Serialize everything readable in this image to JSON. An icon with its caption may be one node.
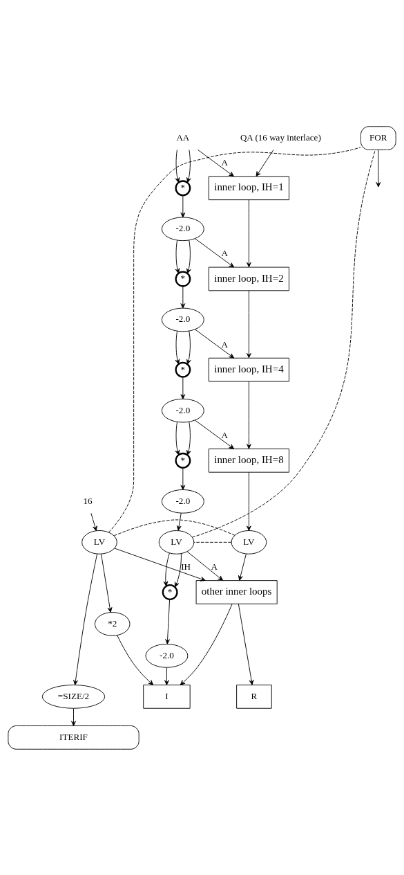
{
  "diagram": {
    "nodes": [
      {
        "text": [
          "QA (16 way interlace)"
        ]
      },
      {
        "text": [
          "AA"
        ]
      },
      {
        "text": [
          "inner loop, IH=1"
        ]
      },
      {
        "text": [
          "*"
        ]
      },
      {
        "text": [
          "-2.0"
        ]
      },
      {
        "text": [
          "inner loop, IH=2"
        ]
      },
      {
        "text": [
          "*"
        ]
      },
      {
        "text": [
          "-2.0"
        ]
      },
      {
        "text": [
          "inner loop, IH=4"
        ]
      },
      {
        "text": [
          "*"
        ]
      },
      {
        "text": [
          "-2.0"
        ]
      },
      {
        "text": [
          "inner loop, IH=8"
        ]
      },
      {
        "text": [
          "*"
        ]
      },
      {
        "text": [
          "-2.0"
        ]
      },
      {
        "text": [
          "16"
        ]
      },
      {
        "text": [
          "LV"
        ]
      },
      {
        "text": [
          "LV"
        ]
      },
      {
        "text": [
          "LV"
        ]
      },
      {
        "text": [
          "other inner loops"
        ]
      },
      {
        "text": [
          "*"
        ]
      },
      {
        "text": [
          "-2.0"
        ]
      },
      {
        "text": [
          "*2"
        ]
      },
      {
        "text": [
          "=SIZE/2"
        ]
      },
      {
        "text": [
          "R"
        ]
      },
      {
        "text": [
          "I"
        ]
      },
      {
        "text": [
          "ITERIF"
        ]
      },
      {
        "text": [
          "FOR"
        ]
      }
    ],
    "edges": [
      {
        "from": 0,
        "to": 2,
        "arrow": "to"
      },
      {
        "from": 1,
        "to": 2,
        "label": "A",
        "arrow": "to"
      },
      {
        "from": 1,
        "to": 3,
        "arrow": "to"
      },
      {
        "from": 1,
        "to": 3,
        "arrow": "to"
      },
      {
        "from": 3,
        "to": 4,
        "arrow": "to"
      },
      {
        "from": 2,
        "to": 5,
        "arrow": "to"
      },
      {
        "from": 4,
        "to": 5,
        "label": "A",
        "arrow": "to"
      },
      {
        "from": 4,
        "to": 6,
        "arrow": "to"
      },
      {
        "from": 4,
        "to": 6,
        "arrow": "to"
      },
      {
        "from": 6,
        "to": 7,
        "arrow": "to"
      },
      {
        "from": 5,
        "to": 8,
        "arrow": "to"
      },
      {
        "from": 7,
        "to": 8,
        "label": "A",
        "arrow": "to"
      },
      {
        "from": 7,
        "to": 9,
        "arrow": "to"
      },
      {
        "from": 7,
        "to": 9,
        "arrow": "to"
      },
      {
        "from": 9,
        "to": 10,
        "arrow": "to"
      },
      {
        "from": 8,
        "to": 11,
        "arrow": "to"
      },
      {
        "from": 10,
        "to": 11,
        "label": "A",
        "arrow": "to"
      },
      {
        "from": 10,
        "to": 12,
        "arrow": "to"
      },
      {
        "from": 10,
        "to": 12,
        "arrow": "to"
      },
      {
        "from": 12,
        "to": 13,
        "arrow": "to"
      },
      {
        "from": 14,
        "to": 15,
        "arrow": "to"
      },
      {
        "from": 11,
        "to": 16,
        "arrow": "to"
      },
      {
        "from": 13,
        "to": 17,
        "arrow": "to"
      },
      {
        "from": 15,
        "to": 16,
        "arrow": "none",
        "style": "dashed"
      },
      {
        "from": 16,
        "to": 17,
        "arrow": "none",
        "style": "dashed"
      },
      {
        "from": 15,
        "to": 18,
        "label": "IH",
        "arrow": "to"
      },
      {
        "from": 16,
        "to": 18,
        "arrow": "to"
      },
      {
        "from": 17,
        "to": 18,
        "label": "A",
        "arrow": "to"
      },
      {
        "from": 17,
        "to": 19,
        "arrow": "to"
      },
      {
        "from": 17,
        "to": 19,
        "arrow": "to"
      },
      {
        "from": 15,
        "to": 21,
        "arrow": "to"
      },
      {
        "from": 15,
        "to": 22,
        "arrow": "to"
      },
      {
        "from": 19,
        "to": 20,
        "arrow": "to"
      },
      {
        "from": 18,
        "to": 23,
        "arrow": "to"
      },
      {
        "from": 18,
        "to": 24,
        "arrow": "to"
      },
      {
        "from": 21,
        "to": 24,
        "arrow": "to"
      },
      {
        "from": 20,
        "to": 24,
        "arrow": "to"
      },
      {
        "from": 22,
        "to": 25,
        "arrow": "to"
      },
      {
        "from": 15,
        "to": 26,
        "arrow": "none",
        "style": "dashed"
      },
      {
        "from": 17,
        "to": 26,
        "arrow": "none",
        "style": "dashed"
      },
      {
        "from": 26,
        "to": null,
        "arrow": "to"
      }
    ]
  }
}
